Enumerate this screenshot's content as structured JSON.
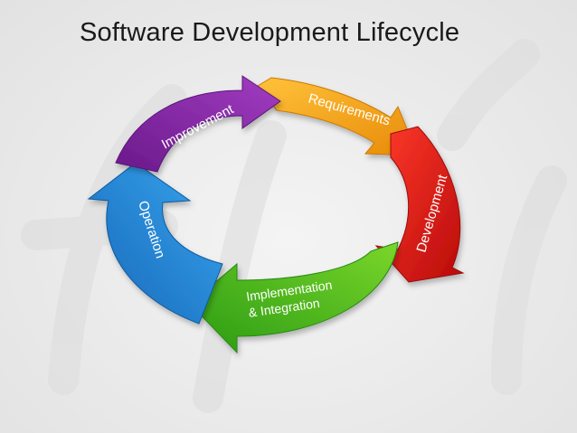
{
  "title": "Software Development Lifecycle",
  "stages": [
    {
      "id": "requirements",
      "label": "Requirements",
      "color": "#f5a818"
    },
    {
      "id": "development",
      "label": "Development",
      "color": "#e01818"
    },
    {
      "id": "implementation",
      "label_lines": [
        "Implementation",
        "& Integration"
      ],
      "color": "#3cb01a"
    },
    {
      "id": "operation",
      "label": "Operation",
      "color": "#1e86d6"
    },
    {
      "id": "improvement",
      "label": "Improvement",
      "color": "#8a2aa6"
    }
  ]
}
